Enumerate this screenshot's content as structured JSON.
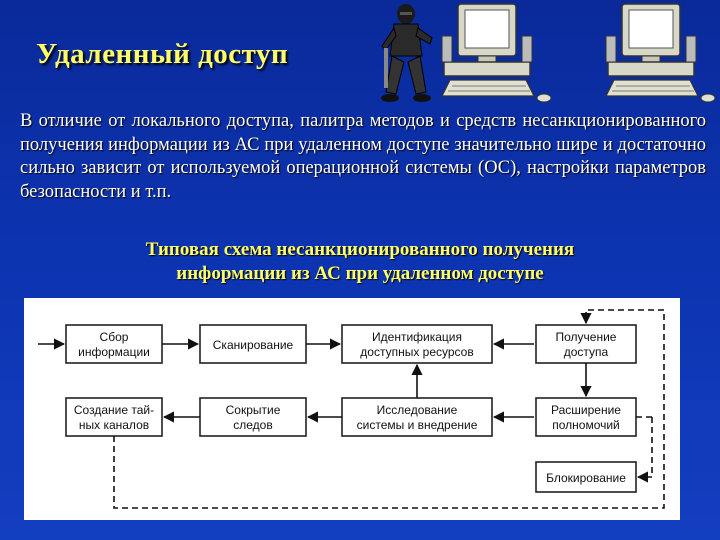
{
  "slide": {
    "title": "Удаленный доступ",
    "intro": "В отличие от локального доступа, палитра методов и средств несанкционированного получения информации из АС при удаленном доступе значительно шире и достаточно сильно зависит от используемой операционной системы (ОС), настройки параметров безопасности и т.п.",
    "subtitle_line1": "Типовая схема несанкционированного получения",
    "subtitle_line2": "информации из АС при удаленном доступе"
  },
  "colors": {
    "background_top": "#0a2a9a",
    "background_bottom": "#123fc0",
    "title": "#ffff66",
    "body_text": "#ffffff",
    "diagram_bg": "#ffffff"
  },
  "icons": [
    "hacker-figure-icon",
    "desktop-computer-icon",
    "desktop-computer-icon"
  ],
  "diagram": {
    "boxes": {
      "info_collection": {
        "line1": "Сбор",
        "line2": "информации"
      },
      "scanning": {
        "line1": "Сканирование"
      },
      "identification": {
        "line1": "Идентификация",
        "line2": "доступных ресурсов"
      },
      "gaining_access": {
        "line1": "Получение",
        "line2": "доступа"
      },
      "hidden_channels": {
        "line1": "Создание тай-",
        "line2": "ных каналов"
      },
      "hiding_traces": {
        "line1": "Сокрытие",
        "line2": "следов"
      },
      "system_research": {
        "line1": "Исследование",
        "line2": "системы и внедрение"
      },
      "privilege_escalation": {
        "line1": "Расширение",
        "line2": "полномочий"
      },
      "blocking": {
        "line1": "Блокирование"
      }
    }
  }
}
